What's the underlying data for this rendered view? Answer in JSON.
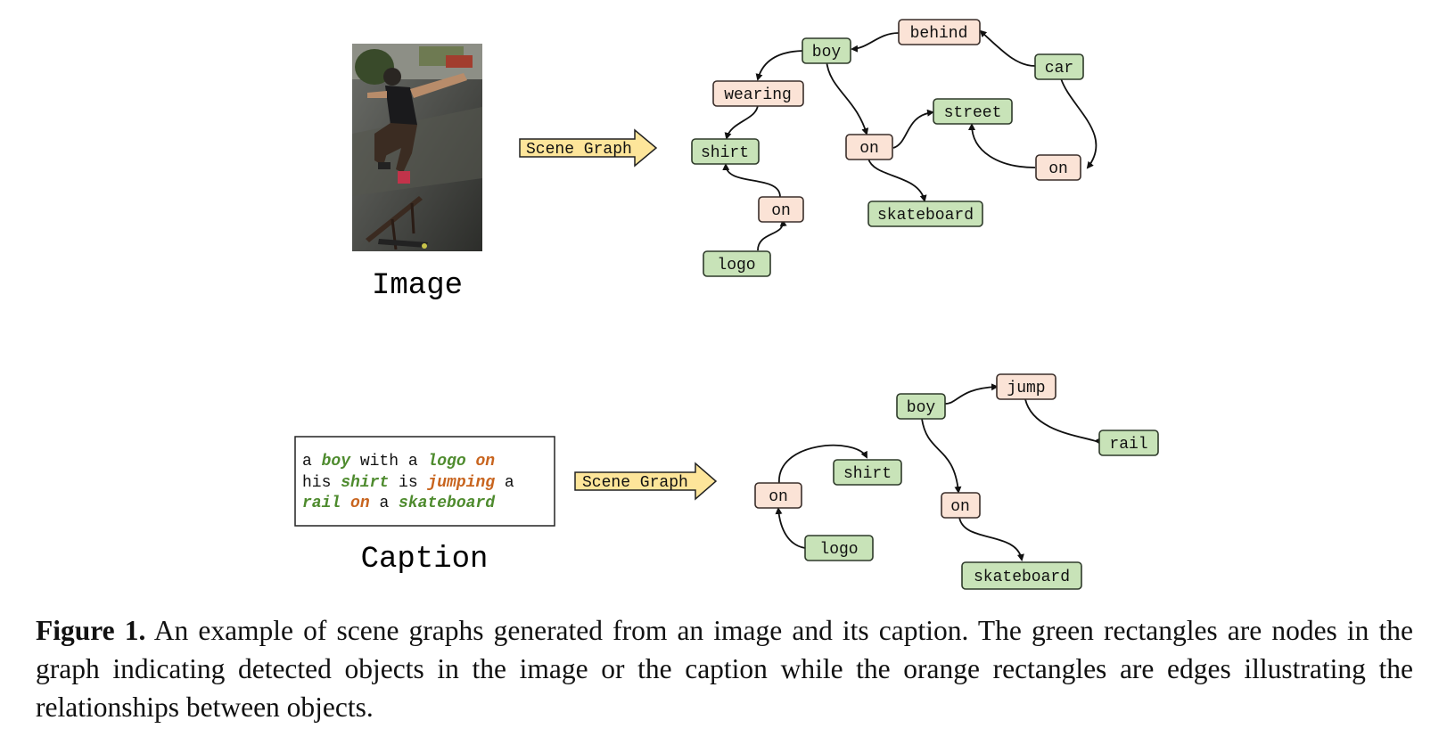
{
  "image_panel": {
    "label": "Image",
    "arrow_label": "Scene Graph",
    "graph_nodes": [
      {
        "id": "boy",
        "text": "boy",
        "kind": "object"
      },
      {
        "id": "behind",
        "text": "behind",
        "kind": "relation"
      },
      {
        "id": "car",
        "text": "car",
        "kind": "object"
      },
      {
        "id": "wearing",
        "text": "wearing",
        "kind": "relation"
      },
      {
        "id": "shirt",
        "text": "shirt",
        "kind": "object"
      },
      {
        "id": "on1",
        "text": "on",
        "kind": "relation"
      },
      {
        "id": "street",
        "text": "street",
        "kind": "object"
      },
      {
        "id": "on2",
        "text": "on",
        "kind": "relation"
      },
      {
        "id": "on3",
        "text": "on",
        "kind": "relation"
      },
      {
        "id": "skateboard",
        "text": "skateboard",
        "kind": "object"
      },
      {
        "id": "logo",
        "text": "logo",
        "kind": "object"
      }
    ],
    "graph_edges": [
      [
        "car",
        "behind"
      ],
      [
        "behind",
        "boy"
      ],
      [
        "boy",
        "wearing"
      ],
      [
        "wearing",
        "shirt"
      ],
      [
        "boy",
        "on1"
      ],
      [
        "on1",
        "street"
      ],
      [
        "on1",
        "skateboard"
      ],
      [
        "car",
        "on2"
      ],
      [
        "on2",
        "street"
      ],
      [
        "logo",
        "on3"
      ],
      [
        "on3",
        "shirt"
      ]
    ]
  },
  "caption_panel": {
    "label": "Caption",
    "arrow_label": "Scene Graph",
    "caption_lines": [
      [
        {
          "t": "a ",
          "k": "plain"
        },
        {
          "t": "boy",
          "k": "obj"
        },
        {
          "t": " with a ",
          "k": "plain"
        },
        {
          "t": "logo",
          "k": "obj"
        },
        {
          "t": " ",
          "k": "plain"
        },
        {
          "t": "on",
          "k": "rel"
        }
      ],
      [
        {
          "t": "his ",
          "k": "plain"
        },
        {
          "t": "shirt",
          "k": "obj"
        },
        {
          "t": " is ",
          "k": "plain"
        },
        {
          "t": "jumping",
          "k": "rel"
        },
        {
          "t": " a",
          "k": "plain"
        }
      ],
      [
        {
          "t": "rail",
          "k": "obj"
        },
        {
          "t": " ",
          "k": "plain"
        },
        {
          "t": "on",
          "k": "rel"
        },
        {
          "t": " a ",
          "k": "plain"
        },
        {
          "t": "skateboard",
          "k": "obj"
        }
      ]
    ],
    "graph_nodes": [
      {
        "id": "boy",
        "text": "boy",
        "kind": "object"
      },
      {
        "id": "jump",
        "text": "jump",
        "kind": "relation"
      },
      {
        "id": "rail",
        "text": "rail",
        "kind": "object"
      },
      {
        "id": "shirt",
        "text": "shirt",
        "kind": "object"
      },
      {
        "id": "on1",
        "text": "on",
        "kind": "relation"
      },
      {
        "id": "on2",
        "text": "on",
        "kind": "relation"
      },
      {
        "id": "logo",
        "text": "logo",
        "kind": "object"
      },
      {
        "id": "skateboard",
        "text": "skateboard",
        "kind": "object"
      }
    ],
    "graph_edges": [
      [
        "boy",
        "jump"
      ],
      [
        "jump",
        "rail"
      ],
      [
        "boy",
        "on2"
      ],
      [
        "on2",
        "skateboard"
      ],
      [
        "logo",
        "on1"
      ],
      [
        "on1",
        "shirt"
      ]
    ]
  },
  "colors": {
    "object_fill": "#c8e3b8",
    "relation_fill": "#fbe3d6",
    "arrow_fill": "#fde59a",
    "caption_object": "#4e8b2e",
    "caption_relation": "#c8641e"
  },
  "figure_caption": {
    "prefix": "Figure 1.",
    "text": "An example of scene graphs generated from an image and its caption. The green rectangles are nodes in the graph indicating detected objects in the image or the caption while the orange rectangles are edges illustrating the relationships between objects."
  }
}
